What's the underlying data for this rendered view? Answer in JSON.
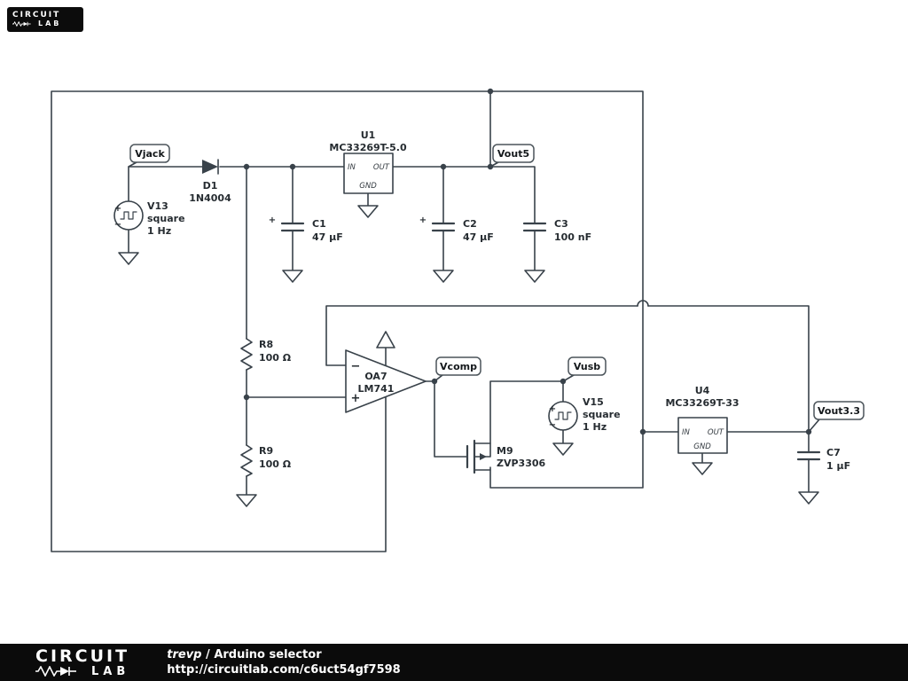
{
  "header": {
    "logo_circuit": "CIRCUIT",
    "logo_lab": "LAB"
  },
  "footer": {
    "logo_circuit": "CIRCUIT",
    "logo_lab": "LAB",
    "author": "trevp",
    "separator": " / ",
    "title": "Arduino selector",
    "url": "http://circuitlab.com/c6uct54gf7598"
  },
  "flags": {
    "vjack": "Vjack",
    "vout5": "Vout5",
    "vcomp": "Vcomp",
    "vusb": "Vusb",
    "vout33": "Vout3.3"
  },
  "components": {
    "v13": {
      "name": "V13",
      "type": "square",
      "freq": "1 Hz",
      "plus": "+",
      "minus": "−"
    },
    "d1": {
      "name": "D1",
      "value": "1N4004"
    },
    "u1": {
      "name": "U1",
      "value": "MC33269T-5.0",
      "pin_in": "IN",
      "pin_out": "OUT",
      "pin_gnd": "GND"
    },
    "c1": {
      "name": "C1",
      "value": "47 µF",
      "polarity": "+"
    },
    "c2": {
      "name": "C2",
      "value": "47 µF",
      "polarity": "+"
    },
    "c3": {
      "name": "C3",
      "value": "100 nF"
    },
    "r8": {
      "name": "R8",
      "value": "100 Ω"
    },
    "r9": {
      "name": "R9",
      "value": "100 Ω"
    },
    "oa7": {
      "name": "OA7",
      "value": "LM741",
      "minus": "−",
      "plus": "+"
    },
    "m9": {
      "name": "M9",
      "value": "ZVP3306"
    },
    "v15": {
      "name": "V15",
      "type": "square",
      "freq": "1 Hz",
      "plus": "+",
      "minus": "−"
    },
    "u4": {
      "name": "U4",
      "value": "MC33269T-33",
      "pin_in": "IN",
      "pin_out": "OUT",
      "pin_gnd": "GND"
    },
    "c7": {
      "name": "C7",
      "value": "1 µF"
    }
  },
  "colors": {
    "wire": "#39424a",
    "text": "#262c31",
    "footer_bg": "#0b0b0b"
  }
}
